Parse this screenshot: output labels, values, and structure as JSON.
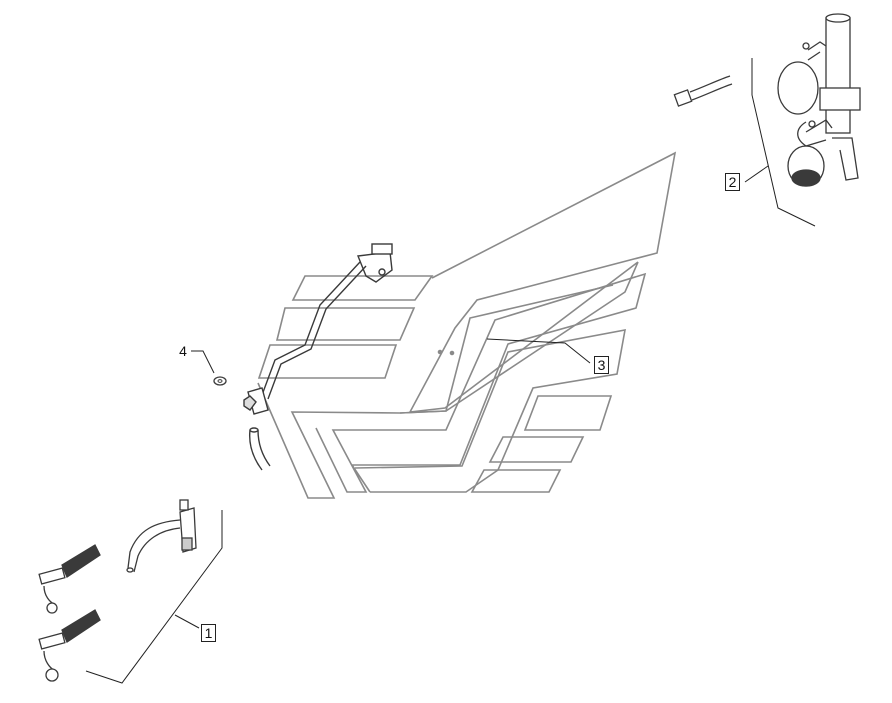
{
  "callouts": {
    "c1": "1",
    "c2": "2",
    "c3": "3",
    "c4": "4"
  },
  "colors": {
    "line": "#8a8a8a",
    "ink": "#222222",
    "part_dark": "#3a3a3a"
  },
  "parts": [
    {
      "callout": "1",
      "name": "quick-coupler-hose-kit"
    },
    {
      "callout": "2",
      "name": "accumulator-valve-assembly"
    },
    {
      "callout": "3",
      "name": "hood-decal-set"
    },
    {
      "callout": "4",
      "name": "sealing-washer"
    }
  ]
}
